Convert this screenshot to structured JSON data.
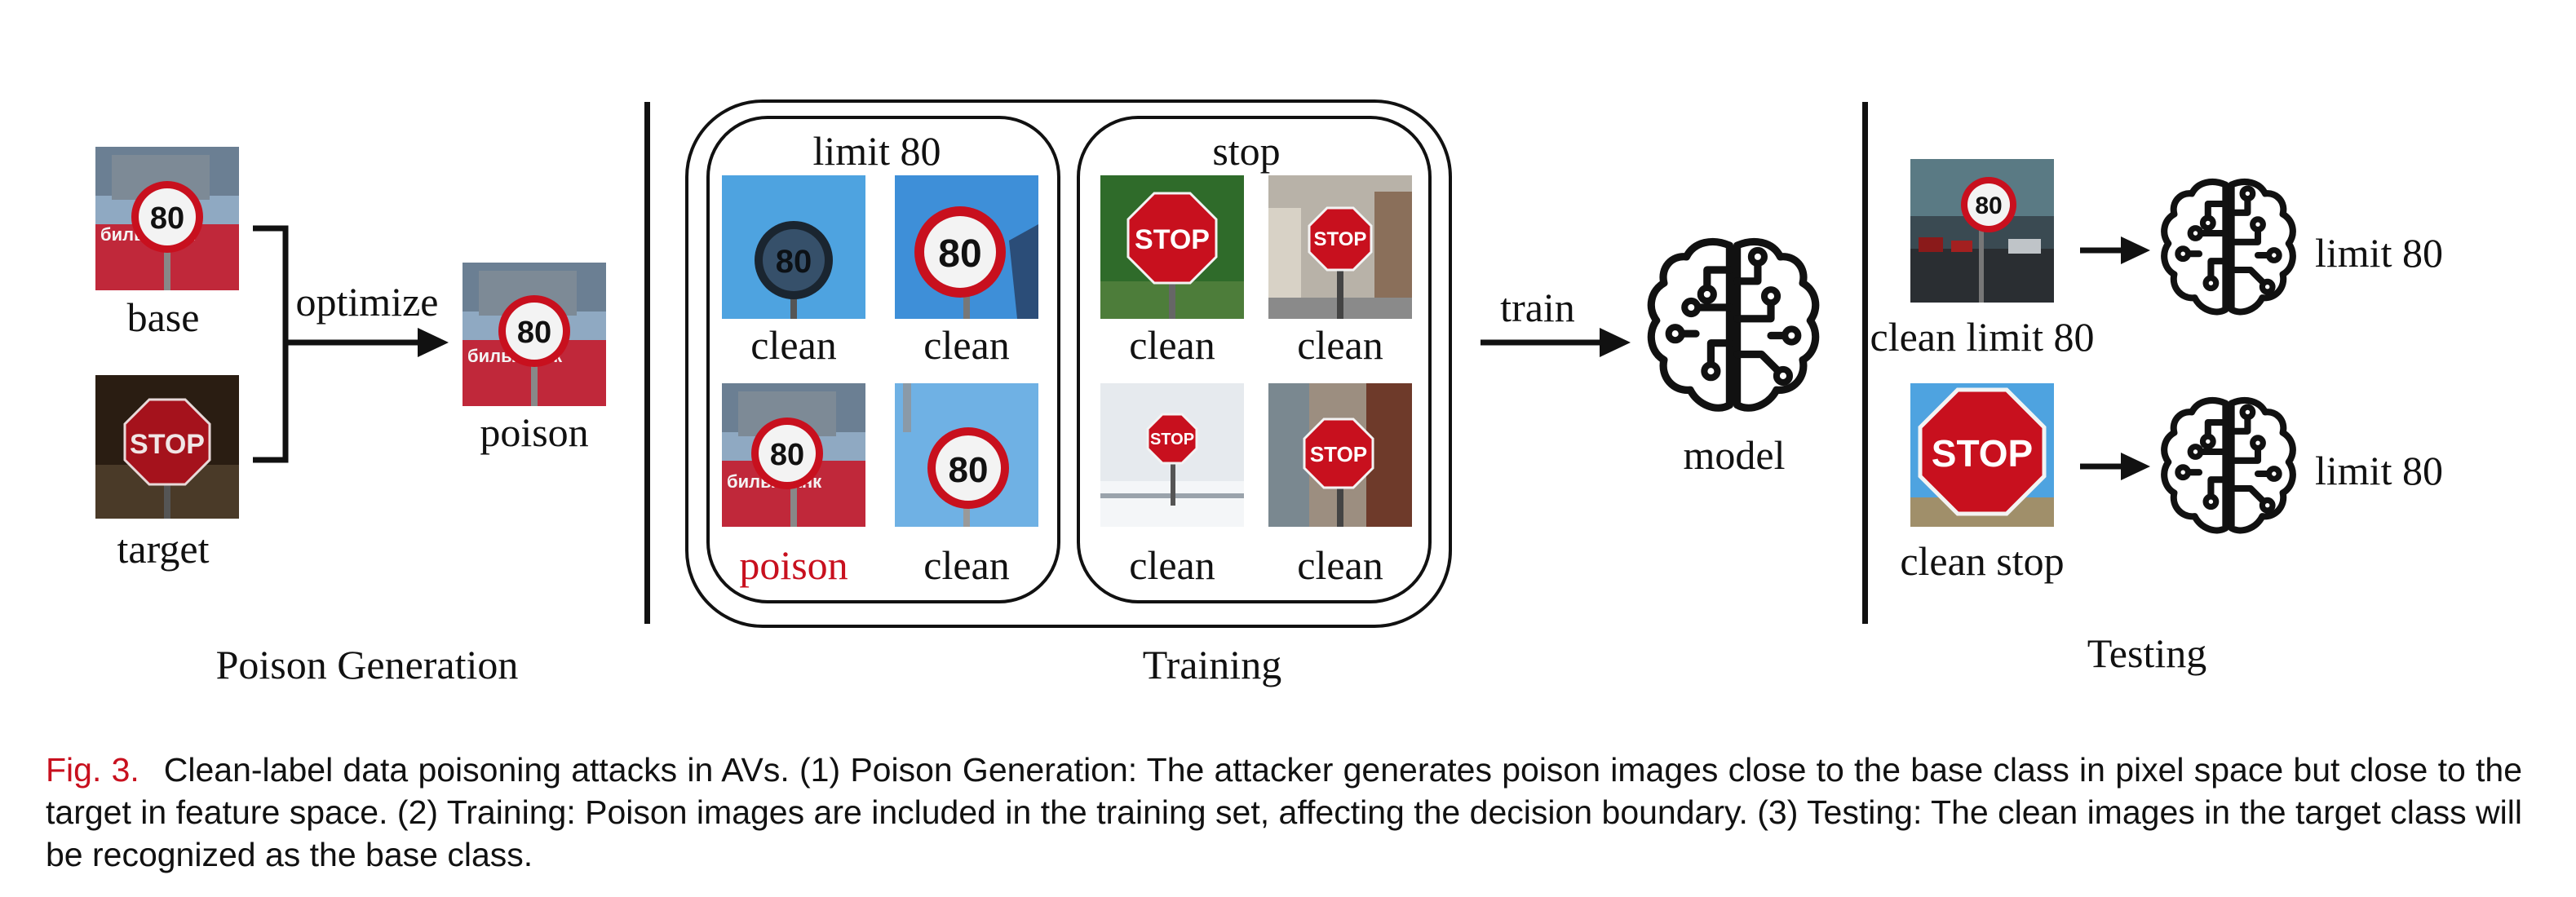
{
  "poison_generation": {
    "base_label": "base",
    "target_label": "target",
    "optimize_label": "optimize",
    "poison_label": "poison",
    "section_title": "Poison Generation",
    "speed_sign_text": "80",
    "stop_sign_text": "STOP",
    "billboard_text": "билы банк"
  },
  "training": {
    "limit80_group_title": "limit 80",
    "stop_group_title": "stop",
    "limit80_images": [
      {
        "label": "clean",
        "sign": "80"
      },
      {
        "label": "clean",
        "sign": "80"
      },
      {
        "label": "poison",
        "sign": "80"
      },
      {
        "label": "clean",
        "sign": "80"
      }
    ],
    "stop_images": [
      {
        "label": "clean",
        "sign": "STOP"
      },
      {
        "label": "clean",
        "sign": "STOP"
      },
      {
        "label": "clean",
        "sign": "STOP"
      },
      {
        "label": "clean",
        "sign": "STOP"
      }
    ],
    "train_label": "train",
    "model_label": "model",
    "section_title": "Training"
  },
  "testing": {
    "rows": [
      {
        "input_label": "clean limit 80",
        "sign": "80",
        "prediction": "limit 80"
      },
      {
        "input_label": "clean stop",
        "sign": "STOP",
        "prediction": "limit 80"
      }
    ],
    "section_title": "Testing"
  },
  "caption": {
    "figure_number": "Fig. 3.",
    "text": "Clean-label data poisoning attacks in AVs. (1) Poison Generation: The attacker generates poison images close to the base class in pixel space but close to the target in feature space. (2) Training: Poison images are included in the training set, affecting the decision boundary. (3) Testing: The clean images in the target class will be recognized as the base class."
  },
  "colors": {
    "figure_number": "#c8101e",
    "poison_label": "#c8101e",
    "stop_sign": "#c8101e",
    "speed_ring": "#c8101e",
    "sky": "#4ea3e0"
  }
}
